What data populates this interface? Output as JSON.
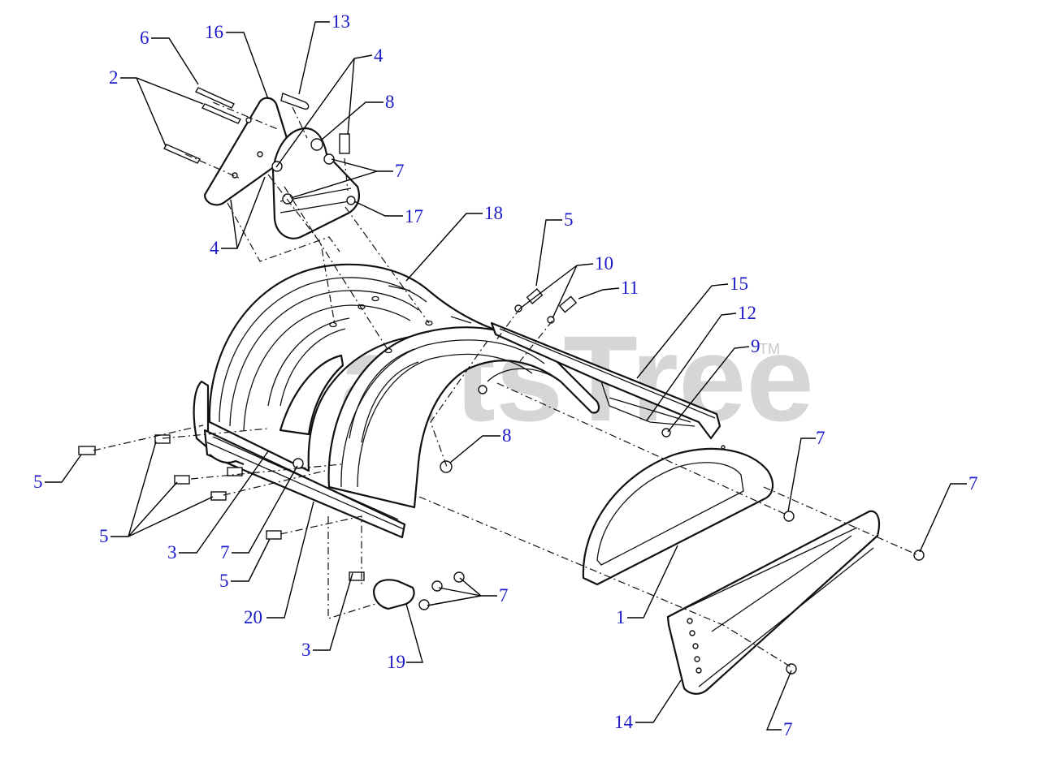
{
  "watermark": {
    "brand": "PartsTree",
    "trademark": "TM"
  },
  "colors": {
    "callout": "#1a1ac8",
    "line": "#000000",
    "watermark": "#c9c9c9"
  },
  "callouts": [
    {
      "id": "c1",
      "label": "6"
    },
    {
      "id": "c2",
      "label": "16"
    },
    {
      "id": "c3",
      "label": "13"
    },
    {
      "id": "c4",
      "label": "4"
    },
    {
      "id": "c5",
      "label": "2"
    },
    {
      "id": "c6",
      "label": "8"
    },
    {
      "id": "c7",
      "label": "7"
    },
    {
      "id": "c8",
      "label": "17"
    },
    {
      "id": "c9",
      "label": "4"
    },
    {
      "id": "c10",
      "label": "18"
    },
    {
      "id": "c11",
      "label": "5"
    },
    {
      "id": "c12",
      "label": "10"
    },
    {
      "id": "c13",
      "label": "11"
    },
    {
      "id": "c14",
      "label": "15"
    },
    {
      "id": "c15",
      "label": "12"
    },
    {
      "id": "c16",
      "label": "9"
    },
    {
      "id": "c17",
      "label": "8"
    },
    {
      "id": "c18",
      "label": "7"
    },
    {
      "id": "c19",
      "label": "7"
    },
    {
      "id": "c20",
      "label": "5"
    },
    {
      "id": "c21",
      "label": "5"
    },
    {
      "id": "c22",
      "label": "3"
    },
    {
      "id": "c23",
      "label": "7"
    },
    {
      "id": "c24",
      "label": "5"
    },
    {
      "id": "c25",
      "label": "20"
    },
    {
      "id": "c26",
      "label": "7"
    },
    {
      "id": "c27",
      "label": "3"
    },
    {
      "id": "c28",
      "label": "19"
    },
    {
      "id": "c29",
      "label": "1"
    },
    {
      "id": "c30",
      "label": "14"
    },
    {
      "id": "c31",
      "label": "7"
    }
  ]
}
